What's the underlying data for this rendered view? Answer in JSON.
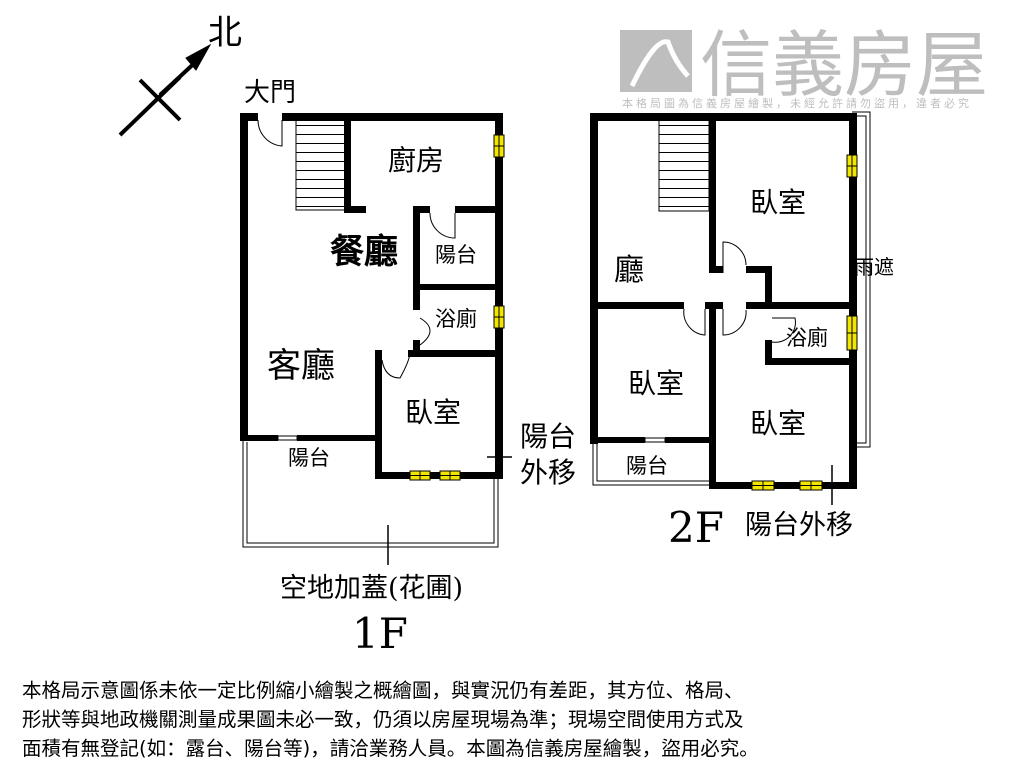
{
  "compass": {
    "label": "北"
  },
  "floor1": {
    "title": "1F",
    "rooms": {
      "entrance": "大門",
      "kitchen": "廚房",
      "dining": "餐廳",
      "balcony_small": "陽台",
      "bathroom": "浴廁",
      "living": "客廳",
      "bedroom": "臥室",
      "balcony": "陽台",
      "balcony_moved_1": "陽台",
      "balcony_moved_2": "外移",
      "garden": "空地加蓋(花圃)"
    }
  },
  "floor2": {
    "title": "2F",
    "rooms": {
      "hall": "廳",
      "bedroom_ne": "臥室",
      "rain_shelter": "雨遮",
      "bathroom": "浴廁",
      "bedroom_w": "臥室",
      "bedroom_se": "臥室",
      "balcony": "陽台",
      "balcony_moved": "陽台外移"
    }
  },
  "watermark": {
    "brand": "信義房屋",
    "notice": "本格局圖為信義房屋繪製，未經允許請勿盜用，違者必究"
  },
  "disclaimer": {
    "lines": [
      "本格局示意圖係未依一定比例縮小繪製之概繪圖，與實況仍有差距，其方位、格局、",
      "形狀等與地政機關測量成果圖未必一致，仍須以房屋現場為準；現場空間使用方式及",
      "面積有無登記(如：露台、陽台等)，請洽業務人員。本圖為信義房屋繪製，盜用必究。"
    ]
  },
  "colors": {
    "wall": "#000000",
    "window": "#f2e600",
    "watermark": "#9a9a9a"
  }
}
